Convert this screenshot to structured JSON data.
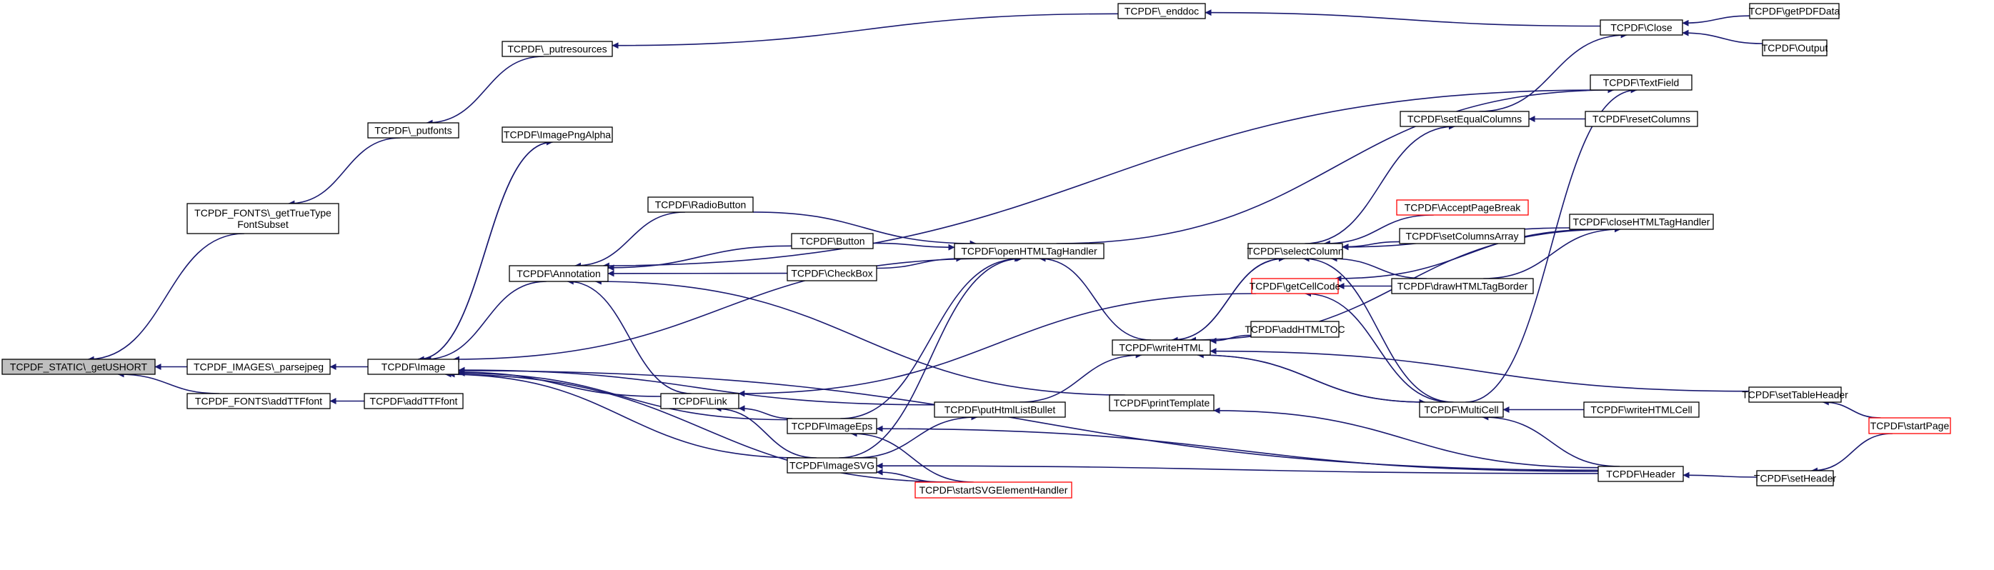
{
  "nodes": [
    {
      "id": "getUSHORT",
      "label": [
        "TCPDF_STATIC\\_getUSHORT"
      ],
      "root": true
    },
    {
      "id": "getTrueTypeFontSubset",
      "label": [
        "TCPDF_FONTS\\_getTrueType",
        "FontSubset"
      ]
    },
    {
      "id": "parsejpeg",
      "label": [
        "TCPDF_IMAGES\\_parsejpeg"
      ]
    },
    {
      "id": "addTTFfont_f",
      "label": [
        "TCPDF_FONTS\\addTTFfont"
      ]
    },
    {
      "id": "putfonts",
      "label": [
        "TCPDF\\_putfonts"
      ]
    },
    {
      "id": "Image",
      "label": [
        "TCPDF\\Image"
      ]
    },
    {
      "id": "addTTFfont",
      "label": [
        "TCPDF\\addTTFfont"
      ]
    },
    {
      "id": "putresources",
      "label": [
        "TCPDF\\_putresources"
      ]
    },
    {
      "id": "ImagePngAlpha",
      "label": [
        "TCPDF\\ImagePngAlpha"
      ]
    },
    {
      "id": "Annotation",
      "label": [
        "TCPDF\\Annotation"
      ]
    },
    {
      "id": "Link",
      "label": [
        "TCPDF\\Link"
      ]
    },
    {
      "id": "RadioButton",
      "label": [
        "TCPDF\\RadioButton"
      ]
    },
    {
      "id": "Button",
      "label": [
        "TCPDF\\Button"
      ]
    },
    {
      "id": "CheckBox",
      "label": [
        "TCPDF\\CheckBox"
      ]
    },
    {
      "id": "ImageEps",
      "label": [
        "TCPDF\\ImageEps"
      ]
    },
    {
      "id": "ImageSVG",
      "label": [
        "TCPDF\\ImageSVG"
      ]
    },
    {
      "id": "openHTMLTagHandler",
      "label": [
        "TCPDF\\openHTMLTagHandler"
      ]
    },
    {
      "id": "putHtmlListBullet",
      "label": [
        "TCPDF\\putHtmlListBullet"
      ]
    },
    {
      "id": "startSVGElementHandler",
      "label": [
        "TCPDF\\startSVGElementHandler"
      ],
      "truncated": true
    },
    {
      "id": "enddoc",
      "label": [
        "TCPDF\\_enddoc"
      ]
    },
    {
      "id": "writeHTML",
      "label": [
        "TCPDF\\writeHTML"
      ]
    },
    {
      "id": "printTemplate",
      "label": [
        "TCPDF\\printTemplate"
      ]
    },
    {
      "id": "setEqualColumns",
      "label": [
        "TCPDF\\setEqualColumns"
      ]
    },
    {
      "id": "selectColumn",
      "label": [
        "TCPDF\\selectColumn"
      ]
    },
    {
      "id": "getCellCode",
      "label": [
        "TCPDF\\getCellCode"
      ],
      "truncated": true
    },
    {
      "id": "addHTMLTOC",
      "label": [
        "TCPDF\\addHTMLTOC"
      ]
    },
    {
      "id": "Close",
      "label": [
        "TCPDF\\Close"
      ]
    },
    {
      "id": "TextField",
      "label": [
        "TCPDF\\TextField"
      ]
    },
    {
      "id": "resetColumns",
      "label": [
        "TCPDF\\resetColumns"
      ]
    },
    {
      "id": "AcceptPageBreak",
      "label": [
        "TCPDF\\AcceptPageBreak"
      ],
      "truncated": true
    },
    {
      "id": "setColumnsArray",
      "label": [
        "TCPDF\\setColumnsArray"
      ]
    },
    {
      "id": "drawHTMLTagBorder",
      "label": [
        "TCPDF\\drawHTMLTagBorder"
      ]
    },
    {
      "id": "MultiCell",
      "label": [
        "TCPDF\\MultiCell"
      ]
    },
    {
      "id": "closeHTMLTagHandler",
      "label": [
        "TCPDF\\closeHTMLTagHandler"
      ]
    },
    {
      "id": "writeHTMLCell",
      "label": [
        "TCPDF\\writeHTMLCell"
      ]
    },
    {
      "id": "Header",
      "label": [
        "TCPDF\\Header"
      ]
    },
    {
      "id": "getPDFData",
      "label": [
        "TCPDF\\getPDFData"
      ]
    },
    {
      "id": "Output",
      "label": [
        "TCPDF\\Output"
      ]
    },
    {
      "id": "setTableHeader",
      "label": [
        "TCPDF\\setTableHeader"
      ]
    },
    {
      "id": "setHeader",
      "label": [
        "TCPDF\\setHeader"
      ]
    },
    {
      "id": "startPage",
      "label": [
        "TCPDF\\startPage"
      ],
      "truncated": true
    }
  ],
  "edges": [
    [
      "getTrueTypeFontSubset",
      "getUSHORT"
    ],
    [
      "parsejpeg",
      "getUSHORT"
    ],
    [
      "addTTFfont_f",
      "getUSHORT"
    ],
    [
      "putfonts",
      "getTrueTypeFontSubset"
    ],
    [
      "Image",
      "parsejpeg"
    ],
    [
      "addTTFfont",
      "addTTFfont_f"
    ],
    [
      "putresources",
      "putfonts"
    ],
    [
      "enddoc",
      "putresources"
    ],
    [
      "Close",
      "enddoc"
    ],
    [
      "getPDFData",
      "Close"
    ],
    [
      "Output",
      "Close"
    ],
    [
      "setEqualColumns",
      "Close"
    ],
    [
      "resetColumns",
      "setEqualColumns"
    ],
    [
      "selectColumn",
      "setEqualColumns"
    ],
    [
      "ImagePngAlpha",
      "Image"
    ],
    [
      "Image",
      "ImagePngAlpha"
    ],
    [
      "Annotation",
      "Image"
    ],
    [
      "Link",
      "Image"
    ],
    [
      "ImageEps",
      "Image"
    ],
    [
      "ImageSVG",
      "Image"
    ],
    [
      "putHtmlListBullet",
      "Image"
    ],
    [
      "openHTMLTagHandler",
      "Image"
    ],
    [
      "startSVGElementHandler",
      "Image"
    ],
    [
      "Header",
      "Image"
    ],
    [
      "RadioButton",
      "Annotation"
    ],
    [
      "Button",
      "Annotation"
    ],
    [
      "CheckBox",
      "Annotation"
    ],
    [
      "Link",
      "Annotation"
    ],
    [
      "printTemplate",
      "Annotation"
    ],
    [
      "TextField",
      "Annotation"
    ],
    [
      "getCellCode",
      "Link"
    ],
    [
      "ImageEps",
      "Link"
    ],
    [
      "ImageSVG",
      "Link"
    ],
    [
      "RadioButton",
      "openHTMLTagHandler"
    ],
    [
      "Button",
      "openHTMLTagHandler"
    ],
    [
      "CheckBox",
      "openHTMLTagHandler"
    ],
    [
      "writeHTML",
      "openHTMLTagHandler"
    ],
    [
      "ImageEps",
      "openHTMLTagHandler"
    ],
    [
      "ImageSVG",
      "openHTMLTagHandler"
    ],
    [
      "openHTMLTagHandler",
      "TextField"
    ],
    [
      "startSVGElementHandler",
      "ImageEps"
    ],
    [
      "startSVGElementHandler",
      "ImageSVG"
    ],
    [
      "Header",
      "ImageEps"
    ],
    [
      "Header",
      "ImageSVG"
    ],
    [
      "putHtmlListBullet",
      "writeHTML"
    ],
    [
      "ImageSVG",
      "putHtmlListBullet"
    ],
    [
      "Header",
      "printTemplate"
    ],
    [
      "selectColumn",
      "writeHTML"
    ],
    [
      "writeHTML",
      "selectColumn"
    ],
    [
      "addHTMLTOC",
      "writeHTML"
    ],
    [
      "MultiCell",
      "writeHTML"
    ],
    [
      "writeHTML",
      "MultiCell"
    ],
    [
      "setTableHeader",
      "writeHTML"
    ],
    [
      "closeHTMLTagHandler",
      "writeHTML"
    ],
    [
      "AcceptPageBreak",
      "selectColumn"
    ],
    [
      "setColumnsArray",
      "selectColumn"
    ],
    [
      "drawHTMLTagBorder",
      "selectColumn"
    ],
    [
      "MultiCell",
      "selectColumn"
    ],
    [
      "closeHTMLTagHandler",
      "selectColumn"
    ],
    [
      "drawHTMLTagBorder",
      "getCellCode"
    ],
    [
      "MultiCell",
      "getCellCode"
    ],
    [
      "closeHTMLTagHandler",
      "getCellCode"
    ],
    [
      "MultiCell",
      "TextField"
    ],
    [
      "writeHTMLCell",
      "MultiCell"
    ],
    [
      "Header",
      "MultiCell"
    ],
    [
      "drawHTMLTagBorder",
      "closeHTMLTagHandler"
    ],
    [
      "setHeader",
      "Header"
    ],
    [
      "startPage",
      "setHeader"
    ],
    [
      "startPage",
      "setTableHeader"
    ]
  ]
}
